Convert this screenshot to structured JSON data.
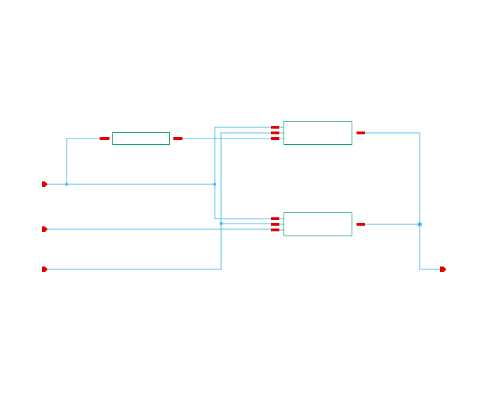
{
  "diagram": {
    "kind": "logic-schematic",
    "colors": {
      "wire": "#3fb6ea",
      "block_border": "#1aa260",
      "pin": "#e00000",
      "port": "#e00000",
      "background": "#ffffff"
    },
    "blocks": [
      {
        "name": "block-a",
        "inputs": 1,
        "outputs": 1
      },
      {
        "name": "block-b",
        "inputs": 3,
        "outputs": 1
      },
      {
        "name": "block-c",
        "inputs": 3,
        "outputs": 1
      }
    ],
    "input_ports": 3,
    "output_ports": 1,
    "junctions": 4
  }
}
